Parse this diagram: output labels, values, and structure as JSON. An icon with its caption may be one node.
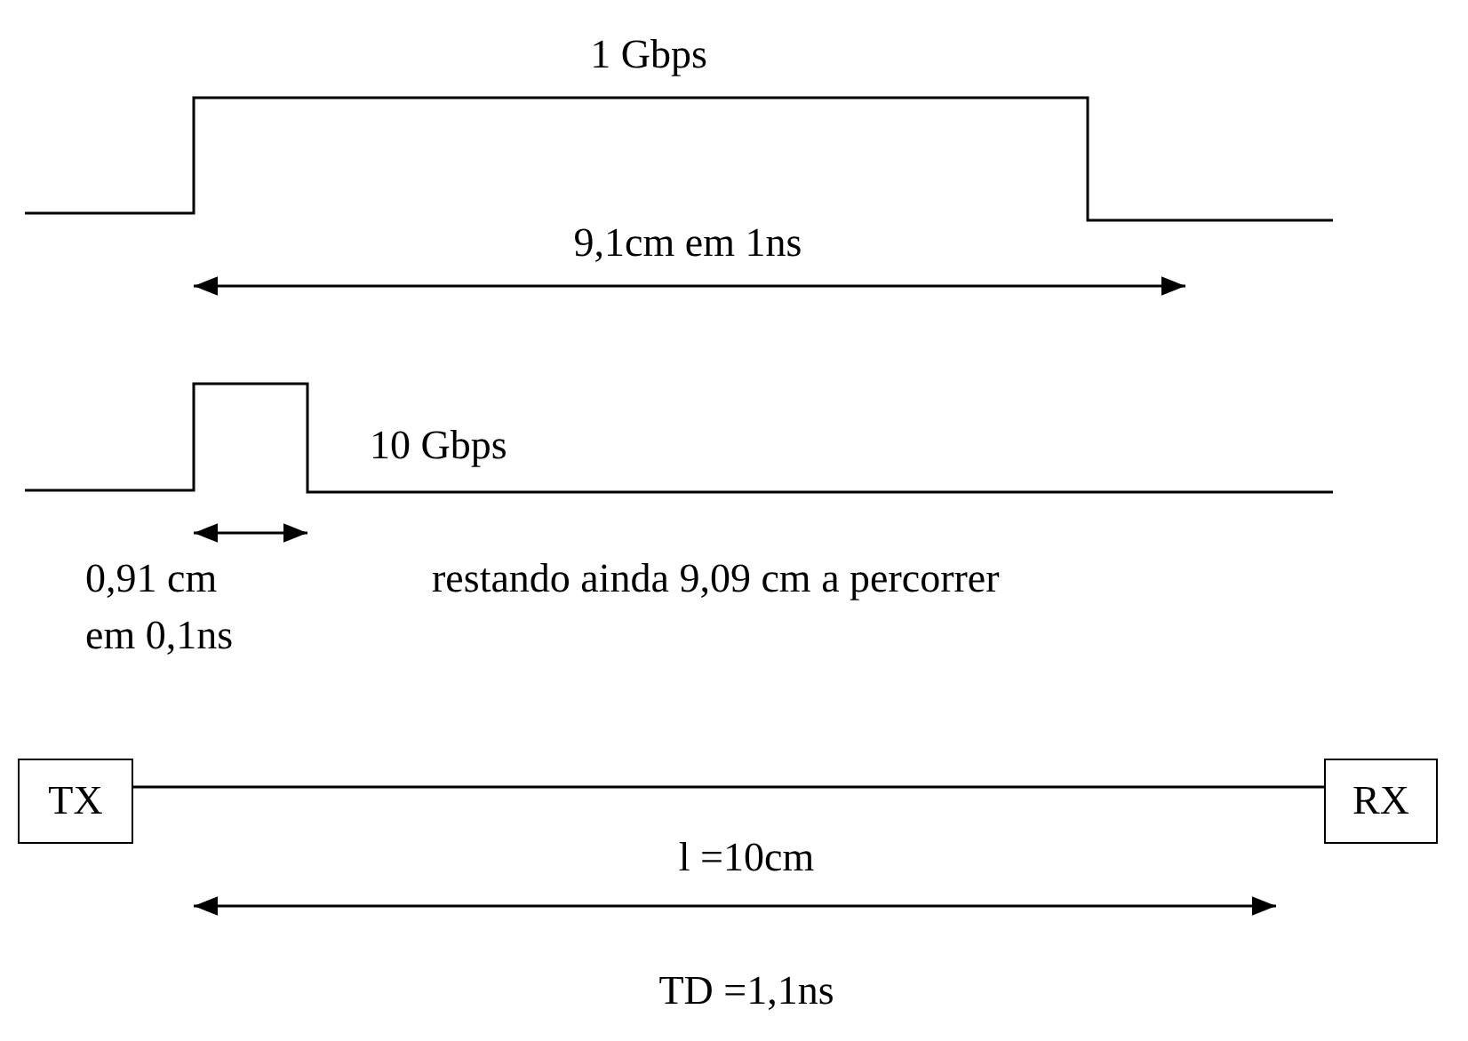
{
  "diagram": {
    "nodes": [
      {
        "text": [
          "TX"
        ]
      },
      {
        "text": [
          "RX"
        ]
      }
    ],
    "edges": [
      {
        "from": 0,
        "to": 1,
        "arrow": "none"
      }
    ],
    "labels": [
      "1 Gbps",
      "9,1cm em 1ns",
      "10 Gbps",
      "0,91 cm",
      "restando ainda 9,09 cm a percorrer",
      "em 0,1ns",
      "l =10cm",
      "TD =1,1ns"
    ]
  }
}
